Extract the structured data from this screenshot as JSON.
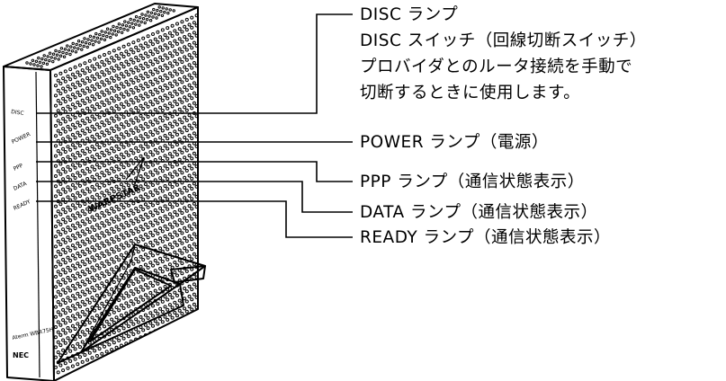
{
  "device": {
    "model_label": "Aterm WBR75H",
    "maker_label": "NEC",
    "stand_label": "WARPSTAR",
    "port_labels": [
      "DISC",
      "POWER",
      "PPP",
      "DATA",
      "READY"
    ]
  },
  "callouts": {
    "disc_lines": [
      "DISC ランプ",
      "DISC スイッチ（回線切断スイッチ）",
      "プロバイダとのルータ接続を手動で",
      "切断するときに使用します。"
    ],
    "power": "POWER ランプ（電源）",
    "ppp": "PPP ランプ（通信状態表示）",
    "data": "DATA ランプ（通信状態表示）",
    "ready": "READY ランプ（通信状態表示）"
  }
}
